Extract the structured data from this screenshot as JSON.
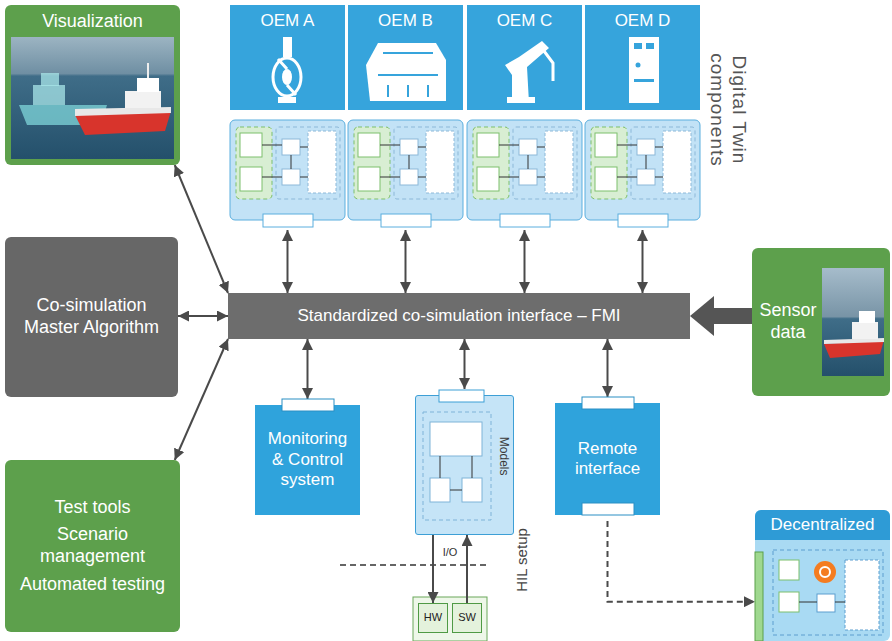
{
  "diagram": {
    "nodes": [
      {
        "text": [
          "Visualization"
        ]
      },
      {
        "text": [
          "OEM A"
        ]
      },
      {
        "text": [
          "OEM B"
        ]
      },
      {
        "text": [
          "OEM C"
        ]
      },
      {
        "text": [
          "OEM D"
        ]
      },
      {
        "text": [
          "Co-simulation Master Algorithm"
        ]
      },
      {
        "text": [
          "Standardized co-simulation interface – FMI"
        ]
      },
      {
        "text": [
          "Sensor data"
        ]
      },
      {
        "text": [
          "Test tools",
          "Scenario management",
          "Automated testing"
        ]
      },
      {
        "text": [
          "Monitoring & Control system"
        ]
      },
      {
        "text": [
          "Models"
        ]
      },
      {
        "text": [
          "HW"
        ]
      },
      {
        "text": [
          "SW"
        ]
      },
      {
        "text": [
          "Remote interface"
        ]
      },
      {
        "text": [
          "Decentralized"
        ]
      }
    ],
    "edges": [
      {
        "from": 0,
        "to": 6,
        "arrow": "both"
      },
      {
        "from": 1,
        "to": 6,
        "arrow": "both"
      },
      {
        "from": 2,
        "to": 6,
        "arrow": "both"
      },
      {
        "from": 3,
        "to": 6,
        "arrow": "both"
      },
      {
        "from": 4,
        "to": 6,
        "arrow": "both"
      },
      {
        "from": 5,
        "to": 6,
        "arrow": "both"
      },
      {
        "from": 7,
        "to": 6,
        "arrow": "to"
      },
      {
        "from": 8,
        "to": 6,
        "arrow": "both"
      },
      {
        "from": 6,
        "to": 9,
        "arrow": "both"
      },
      {
        "from": 6,
        "to": 10,
        "arrow": "both"
      },
      {
        "from": 6,
        "to": 13,
        "arrow": "both"
      },
      {
        "from": 10,
        "to": 11,
        "arrow": "to"
      },
      {
        "from": 12,
        "to": 10,
        "arrow": "to"
      },
      {
        "from": 13,
        "to": 14,
        "arrow": "to"
      }
    ],
    "labels": [
      "Digital Twin components",
      "HIL setup",
      "I/O"
    ]
  }
}
